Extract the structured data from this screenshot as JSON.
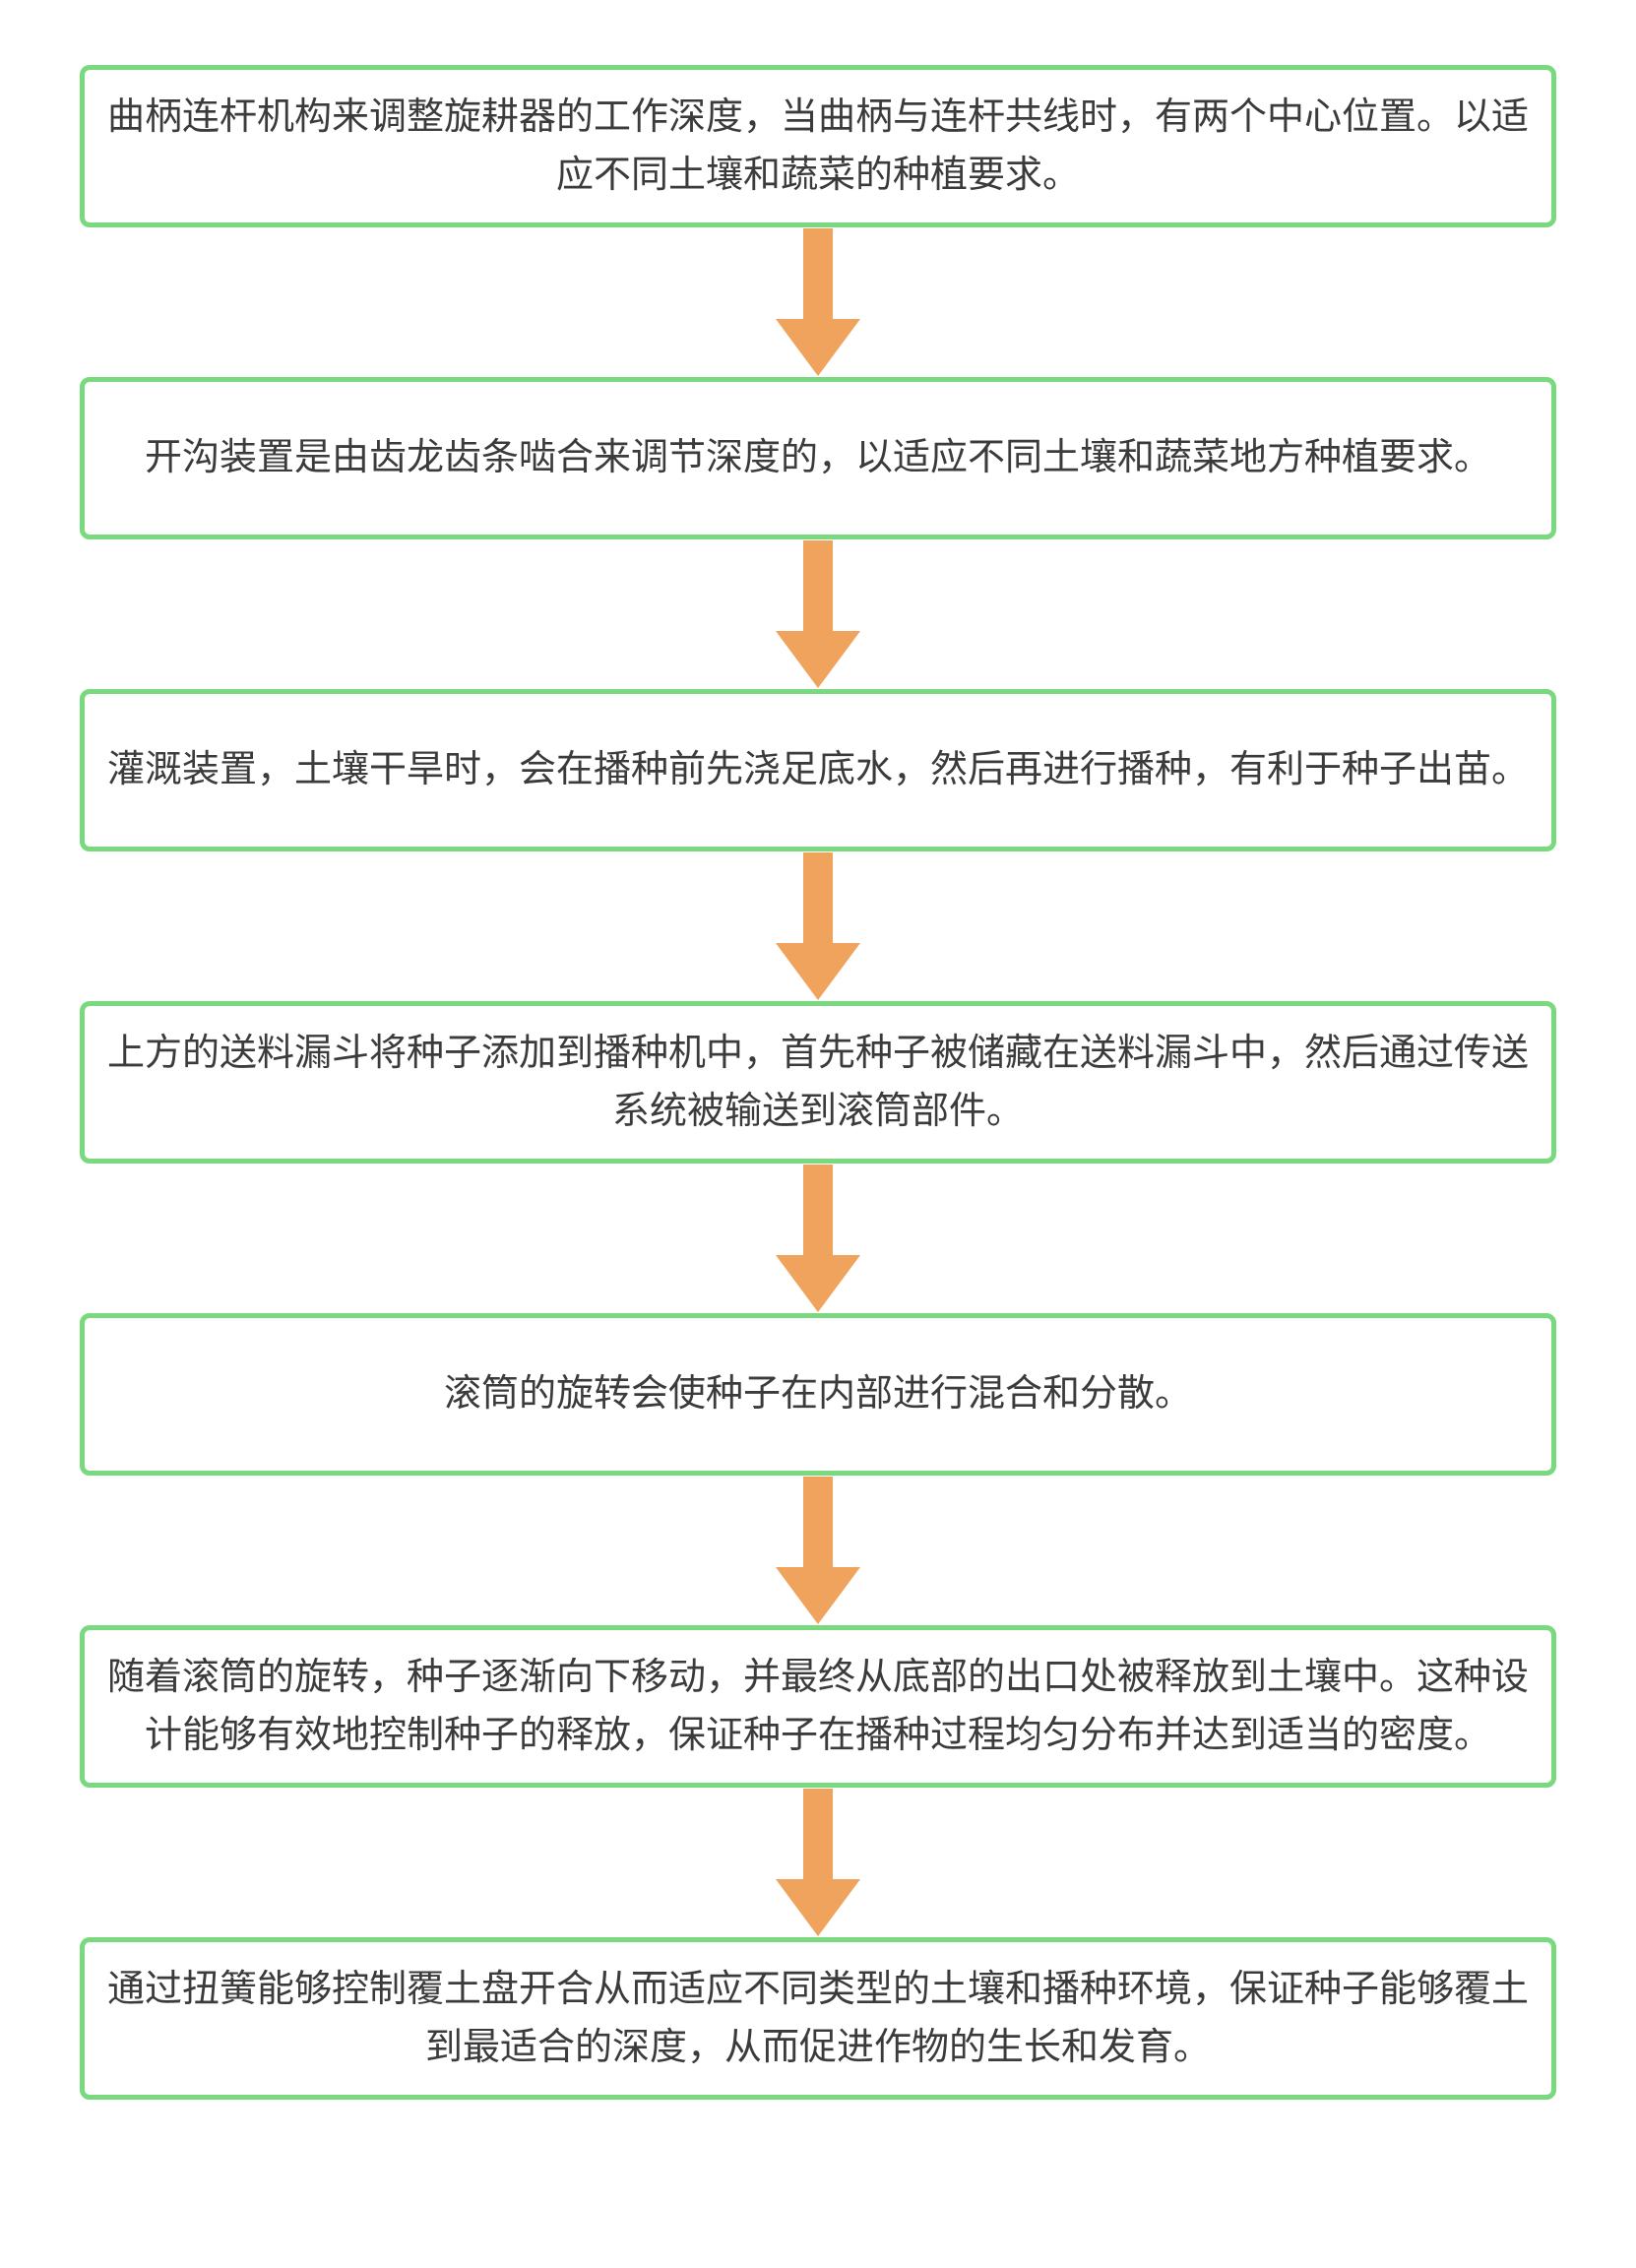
{
  "flowchart": {
    "colors": {
      "node_border": "#79d97f",
      "node_background": "#ffffff",
      "text": "#3b3b3b",
      "arrow": "#f0a35c"
    },
    "nodes": [
      {
        "text": "曲柄连杆机构来调整旋耕器的工作深度，当曲柄与连杆共线时，有两个中心位置。以适应不同土壤和蔬菜的种植要求。"
      },
      {
        "text": "开沟装置是由齿龙齿条啮合来调节深度的，以适应不同土壤和蔬菜地方种植要求。"
      },
      {
        "text": "灌溉装置，土壤干旱时，会在播种前先浇足底水，然后再进行播种，有利于种子出苗。"
      },
      {
        "text": "上方的送料漏斗将种子添加到播种机中，首先种子被储藏在送料漏斗中，然后通过传送系统被输送到滚筒部件。"
      },
      {
        "text": "滚筒的旋转会使种子在内部进行混合和分散。"
      },
      {
        "text": "随着滚筒的旋转，种子逐渐向下移动，并最终从底部的出口处被释放到土壤中。这种设计能够有效地控制种子的释放，保证种子在播种过程均匀分布并达到适当的密度。"
      },
      {
        "text": "通过扭簧能够控制覆土盘开合从而适应不同类型的土壤和播种环境，保证种子能够覆土到最适合的深度，从而促进作物的生长和发育。"
      }
    ]
  }
}
